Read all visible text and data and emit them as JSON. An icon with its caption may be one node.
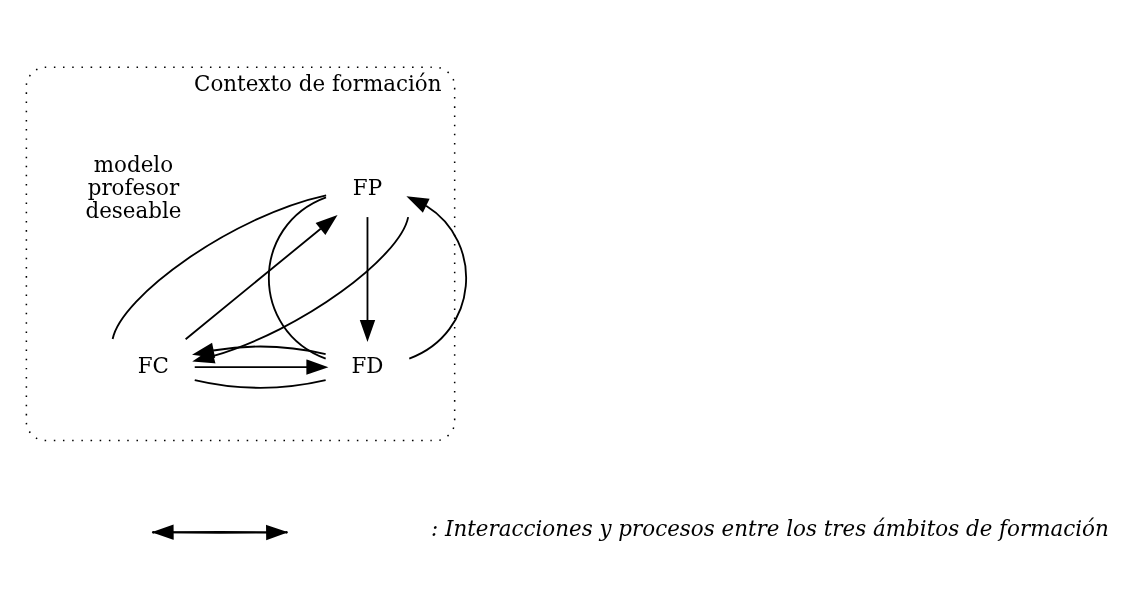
{
  "diagram": {
    "nodes": [
      {
        "text": [
          "Contexto de formación"
        ]
      },
      {
        "text": [
          "FP"
        ],
        "in": 0
      },
      {
        "text": [
          "FC"
        ],
        "in": 0
      },
      {
        "text": [
          "FD"
        ],
        "in": 0
      }
    ],
    "edges": [
      {
        "from": 1,
        "to": 2,
        "arrow": "none"
      },
      {
        "from": 1,
        "to": 3,
        "arrow": "none"
      },
      {
        "from": 2,
        "to": 3,
        "arrow": "none"
      },
      {
        "from": 2,
        "to": 1,
        "arrow": "to"
      },
      {
        "from": 1,
        "to": 2,
        "arrow": "to"
      },
      {
        "from": 1,
        "to": 3,
        "arrow": "to"
      },
      {
        "from": 3,
        "to": 1,
        "arrow": "to"
      },
      {
        "from": 2,
        "to": 3,
        "arrow": "to"
      },
      {
        "from": 3,
        "to": 2,
        "arrow": "to"
      }
    ],
    "labels": [
      "modelo profesor deseable"
    ],
    "legend": [
      {
        "text": ": Interacciones y procesos entre los tres ámbitos de formación"
      }
    ]
  }
}
